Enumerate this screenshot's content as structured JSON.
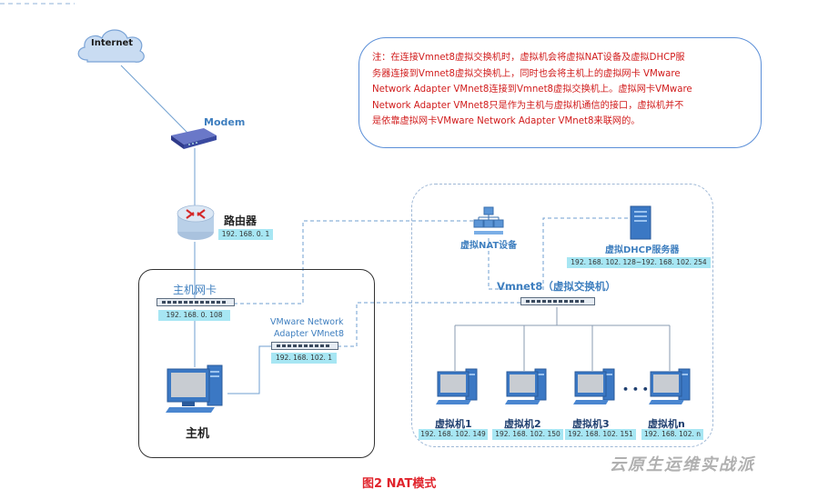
{
  "note": {
    "lines": [
      "注：在连接Vmnet8虚拟交换机时，虚拟机会将虚拟NAT设备及虚拟DHCP服",
      "务器连接到Vmnet8虚拟交换机上，同时也会将主机上的虚拟网卡 VMware",
      "Network Adapter VMnet8连接到Vmnet8虚拟交换机上。虚拟网卡VMware",
      "Network Adapter VMnet8只是作为主机与虚拟机通信的接口，虚拟机并不",
      "是依靠虚拟网卡VMware Network Adapter VMnet8来联网的。"
    ]
  },
  "internet": {
    "label": "Internet"
  },
  "modem": {
    "label": "Modem"
  },
  "router": {
    "label": "路由器",
    "ip": "192. 168. 0. 1"
  },
  "host_nic": {
    "label": "主机网卡",
    "ip": "192. 168. 0. 108"
  },
  "vmnet8_adapter": {
    "label_line1": "VMware Network",
    "label_line2": "Adapter VMnet8",
    "ip": "192. 168. 102. 1"
  },
  "host": {
    "label": "主机"
  },
  "nat_device": {
    "label": "虚拟NAT设备"
  },
  "dhcp_server": {
    "label": "虚拟DHCP服务器",
    "ip": "192. 168. 102. 128~192. 168. 102. 254"
  },
  "vswitch": {
    "label": "Vmnet8（虚拟交换机）"
  },
  "vms": [
    {
      "label": "虚拟机1",
      "ip": "192. 168. 102. 149"
    },
    {
      "label": "虚拟机2",
      "ip": "192. 168. 102. 150"
    },
    {
      "label": "虚拟机3",
      "ip": "192. 168. 102. 151"
    },
    {
      "label": "虚拟机n",
      "ip": "192. 168. 102. n"
    }
  ],
  "ellipsis": "• • •",
  "caption": "图2  NAT模式",
  "watermark": "云原生运维实战派",
  "colors": {
    "note_text": "#d11c1c",
    "note_border": "#5b8fd8",
    "ip_bg": "#a7e6f3",
    "label_blue": "#3f7fbf",
    "caption": "#e0242c"
  }
}
